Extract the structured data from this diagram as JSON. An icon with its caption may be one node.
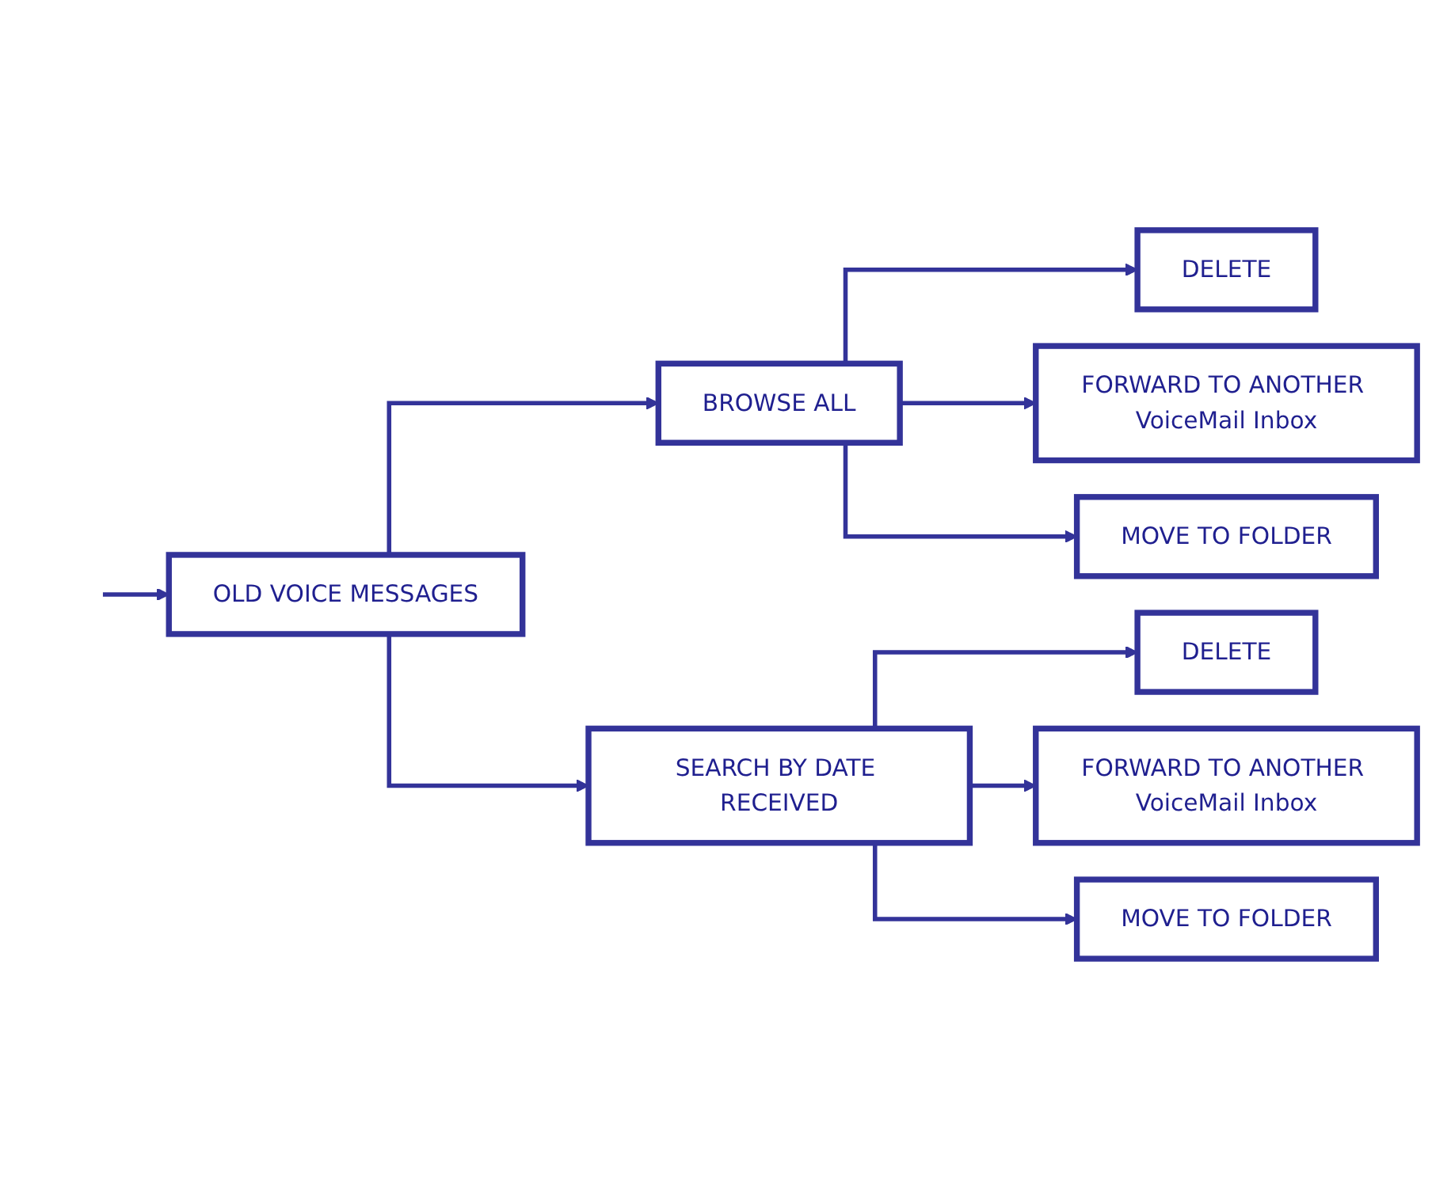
{
  "diagram": {
    "nodes": [
      {
        "text": [
          "OLD VOICE MESSAGES"
        ]
      },
      {
        "text": [
          "BROWSE ALL"
        ]
      },
      {
        "text": [
          "DELETE"
        ]
      },
      {
        "text": [
          "FORWARD TO ANOTHER VoiceMail Inbox"
        ]
      },
      {
        "text": [
          "MOVE TO FOLDER"
        ]
      },
      {
        "text": [
          "SEARCH BY DATE RECEIVED"
        ]
      },
      {
        "text": [
          "DELETE"
        ]
      },
      {
        "text": [
          "FORWARD TO ANOTHER VoiceMail Inbox"
        ]
      },
      {
        "text": [
          "MOVE TO FOLDER"
        ]
      }
    ],
    "edges": [
      {
        "from": null,
        "to": 0,
        "arrow": "to"
      },
      {
        "from": 0,
        "to": 1,
        "arrow": "to"
      },
      {
        "from": 1,
        "to": 2,
        "arrow": "to"
      },
      {
        "from": 1,
        "to": 3,
        "arrow": "to"
      },
      {
        "from": 1,
        "to": 4,
        "arrow": "to"
      },
      {
        "from": 0,
        "to": 5,
        "arrow": "to"
      },
      {
        "from": 5,
        "to": 6,
        "arrow": "to"
      },
      {
        "from": 5,
        "to": 7,
        "arrow": "to"
      },
      {
        "from": 5,
        "to": 8,
        "arrow": "to"
      }
    ]
  }
}
